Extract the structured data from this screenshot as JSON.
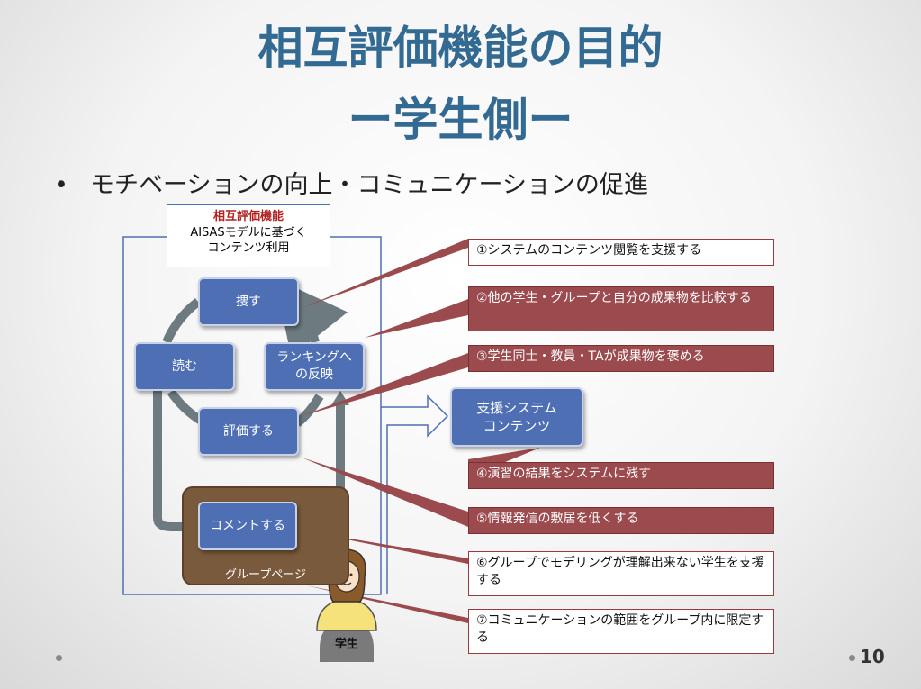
{
  "title": {
    "line1": "相互評価機能の目的",
    "line2": "ー学生側ー"
  },
  "bullet": {
    "marker": "•",
    "text": "モチベーションの向上・コミュニケーションの促進"
  },
  "module_box": {
    "title": "相互評価機能",
    "line2": "AISASモデルに基づく",
    "line3": "コンテンツ利用"
  },
  "cycle": {
    "search": "捜す",
    "read": "読む",
    "rank_line1": "ランキングへ",
    "rank_line2": "の反映",
    "evaluate": "評価する",
    "comment": "コメントする"
  },
  "group_label": "グループページ",
  "support_box": {
    "line1": "支援システム",
    "line2": "コンテンツ"
  },
  "callouts": [
    {
      "text": "①システムのコンテンツ閲覧を支援する",
      "style": "white"
    },
    {
      "text": "②他の学生・グループと自分の成果物を比較する",
      "style": "red"
    },
    {
      "text": "③学生同士・教員・TAが成果物を褒める",
      "style": "red"
    },
    {
      "text": "④演習の結果をシステムに残す",
      "style": "red"
    },
    {
      "text": "⑤情報発信の敷居を低くする",
      "style": "red"
    },
    {
      "text": "⑥グループでモデリングが理解出来ない学生を支援する",
      "style": "white"
    },
    {
      "text": "⑦コミュニケーションの範囲をグループ内に限定する",
      "style": "white"
    }
  ],
  "student_label": "学生",
  "page_number": "10",
  "colors": {
    "title": "#336a92",
    "node": "#4f6fb5",
    "callout_red": "#9b4a4d",
    "group": "#7a5a3c"
  }
}
